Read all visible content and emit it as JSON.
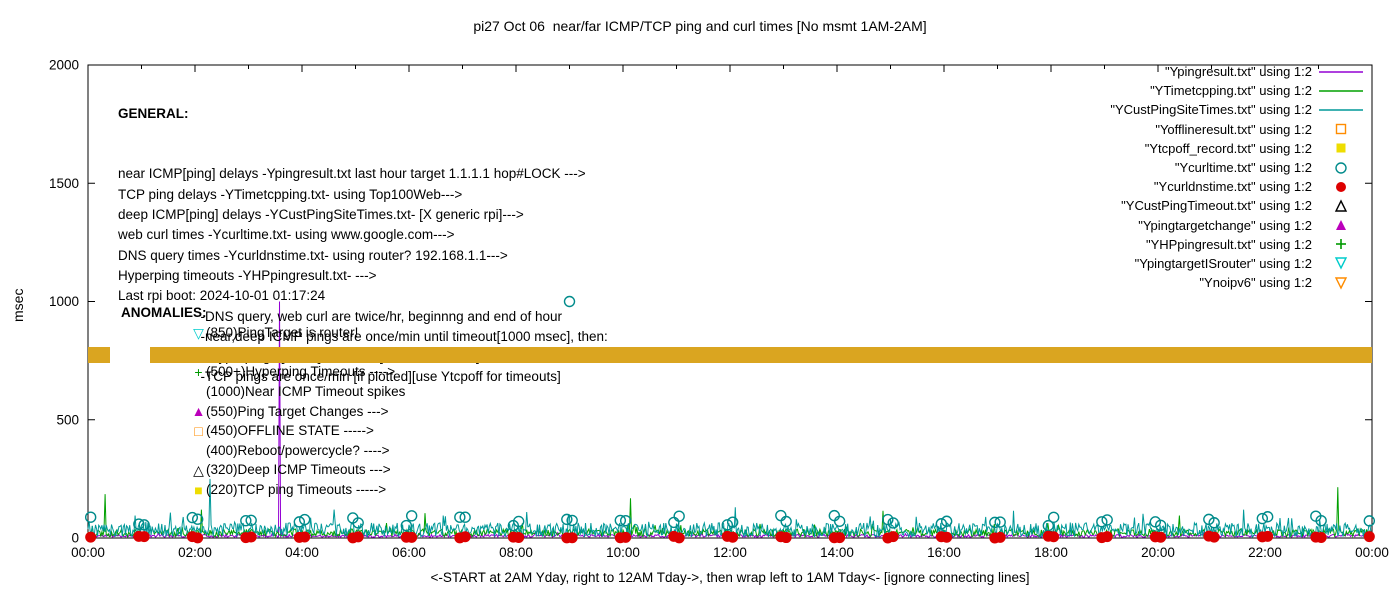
{
  "chart_data": {
    "type": "line",
    "title": "pi27 Oct 06  near/far ICMP/TCP ping and curl times [No msmt 1AM-2AM]",
    "ylabel": "msec",
    "xlabel": "<-START at 2AM Yday, right to 12AM Tday->, then wrap left to 1AM Tday<- [ignore connecting lines]",
    "xlim": [
      0,
      24
    ],
    "ylim": [
      0,
      2000
    ],
    "yticks": [
      0,
      500,
      1000,
      1500,
      2000
    ],
    "xticks": {
      "values": [
        0,
        2,
        4,
        6,
        8,
        10,
        12,
        14,
        16,
        18,
        20,
        22,
        24
      ],
      "labels": [
        "00:00",
        "02:00",
        "04:00",
        "06:00",
        "08:00",
        "10:00",
        "12:00",
        "14:00",
        "16:00",
        "18:00",
        "20:00",
        "22:00",
        "00:00"
      ]
    },
    "grid": false,
    "legend_position": "top-right",
    "series": [
      {
        "name": "Ypingresult",
        "type": "noisy-line",
        "color": "#9400D3",
        "baseline": 9,
        "noise": 6,
        "seed": 11,
        "spikes": [
          [
            3.58,
            1000
          ]
        ]
      },
      {
        "name": "YTimetcpping",
        "type": "noisy-line",
        "color": "#00A000",
        "baseline": 22,
        "noise": 16,
        "seed": 22,
        "spikes": [
          [
            0.32,
            185
          ],
          [
            2.12,
            120
          ],
          [
            6.3,
            105
          ],
          [
            10.13,
            168
          ],
          [
            14.85,
            115
          ],
          [
            20.4,
            95
          ],
          [
            23.35,
            215
          ]
        ]
      },
      {
        "name": "YCustPingSiteTimes",
        "type": "noisy-line",
        "color": "#009999",
        "baseline": 34,
        "noise": 30,
        "seed": 33,
        "spikes": [
          [
            2.28,
            250
          ],
          [
            4.6,
            120
          ],
          [
            8.2,
            110
          ],
          [
            12.1,
            130
          ],
          [
            17.3,
            115
          ],
          [
            21.6,
            120
          ]
        ]
      },
      {
        "name": "Ycurltime",
        "type": "points",
        "marker": "circle-open",
        "color": "#008B8B",
        "size": 5,
        "schedule": {
          "hours": [
            0,
            1,
            2,
            3,
            4,
            5,
            6,
            7,
            8,
            9,
            10,
            11,
            12,
            13,
            14,
            15,
            16,
            17,
            18,
            19,
            20,
            21,
            22,
            23
          ],
          "offsets": [
            0.05,
            0.95
          ],
          "y_min": 52,
          "y_max": 95,
          "seed": 44
        },
        "outliers": [
          [
            9.0,
            1000
          ]
        ]
      },
      {
        "name": "Ycurldnstime",
        "type": "points",
        "marker": "circle-filled",
        "color": "#DD0000",
        "size": 5.5,
        "schedule": {
          "hours": [
            0,
            1,
            2,
            3,
            4,
            5,
            6,
            7,
            8,
            9,
            10,
            11,
            12,
            13,
            14,
            15,
            16,
            17,
            18,
            19,
            20,
            21,
            22,
            23
          ],
          "offsets": [
            0.05,
            0.95
          ],
          "y_min": 0,
          "y_max": 8,
          "seed": 55
        },
        "outliers": []
      },
      {
        "name": "Ynoipv6",
        "type": "band",
        "color": "#DAA520",
        "y_center": 775,
        "half_height": 34,
        "segments": [
          [
            0,
            0.42
          ],
          [
            1.15,
            24
          ]
        ]
      }
    ],
    "legend": [
      {
        "label": "\"Ypingresult.txt\" using 1:2",
        "symbol": "line",
        "color": "#9400D3"
      },
      {
        "label": "\"YTimetcpping.txt\" using 1:2",
        "symbol": "line",
        "color": "#00A000"
      },
      {
        "label": "\"YCustPingSiteTimes.txt\" using 1:2",
        "symbol": "line",
        "color": "#009999"
      },
      {
        "label": "\"Yofflineresult.txt\" using 1:2",
        "symbol": "sq-open",
        "color": "#FF8C00"
      },
      {
        "label": "\"Ytcpoff_record.txt\" using 1:2",
        "symbol": "sq-filled",
        "color": "#EEDD00"
      },
      {
        "label": "\"Ycurltime.txt\" using 1:2",
        "symbol": "circle-open",
        "color": "#008B8B"
      },
      {
        "label": "\"Ycurldnstime.txt\" using 1:2",
        "symbol": "circle-filled",
        "color": "#DD0000"
      },
      {
        "label": "\"YCustPingTimeout.txt\" using 1:2",
        "symbol": "tri-open",
        "color": "#000000"
      },
      {
        "label": "\"Ypingtargetchange\" using 1:2",
        "symbol": "tri-filled",
        "color": "#BB00BB"
      },
      {
        "label": "\"YHPpingresult.txt\" using 1:2",
        "symbol": "plus",
        "color": "#009900"
      },
      {
        "label": "\"YpingtargetISrouter\" using 1:2",
        "symbol": "tri-down-open",
        "color": "#00CCCC"
      },
      {
        "label": "\"Ynoipv6\" using 1:2",
        "symbol": "tri-down-open",
        "color": "#FF8C00"
      }
    ]
  },
  "general": {
    "heading": "GENERAL:",
    "lines": [
      "near ICMP[ping] delays -Ypingresult.txt last hour target 1.1.1.1 hop#LOCK --->",
      "TCP ping delays -YTimetcpping.txt- using Top100Web--->",
      "deep ICMP[ping] delays -YCustPingSiteTimes.txt- [X generic rpi]--->",
      "web curl times -Ycurltime.txt- using www.google.com--->",
      "DNS query times -Ycurldnstime.txt- using router? 192.168.1.1--->",
      "Hyperping timeouts -YHPpingresult.txt- --->",
      "Last rpi boot: 2024-10-01 01:17:24",
      "                      -DNS query, web curl are twice/hr, beginnng and end of hour",
      "                      -near,deep ICMP pings are once/min until timeout[1000 msec], then:",
      "                       -Hyperpings [6/min] initiated; [vertical stacked] ticks are timeouts",
      "                      -TCP pings are once/min [if plotted][use Ytcpoff for timeouts]"
    ]
  },
  "anomalies": {
    "heading": "ANOMALIES:",
    "lines": [
      {
        "marker": "tri-down-open",
        "color": "#00CCCC",
        "text": "(850)PingTarget is router!"
      },
      {
        "marker": "tri-down-open",
        "color": "#FF8C00",
        "text": "(775)No ipv6 ----->"
      },
      {
        "marker": "plus",
        "color": "#009900",
        "text": "(500+)Hyperping Timeouts ---->"
      },
      {
        "marker": "none",
        "color": "#000000",
        "text": "(1000)Near ICMP Timeout spikes"
      },
      {
        "marker": "tri-filled",
        "color": "#BB00BB",
        "text": "(550)Ping Target Changes --->"
      },
      {
        "marker": "sq-open",
        "color": "#FF8C00",
        "text": "(450)OFFLINE STATE ----->"
      },
      {
        "marker": "none",
        "color": "#000000",
        "text": "(400)Reboot/powercycle? ---->"
      },
      {
        "marker": "tri-open",
        "color": "#000000",
        "text": "(320)Deep ICMP Timeouts --->"
      },
      {
        "marker": "sq-filled",
        "color": "#EEDD00",
        "text": "(220)TCP ping Timeouts ----->"
      }
    ]
  }
}
